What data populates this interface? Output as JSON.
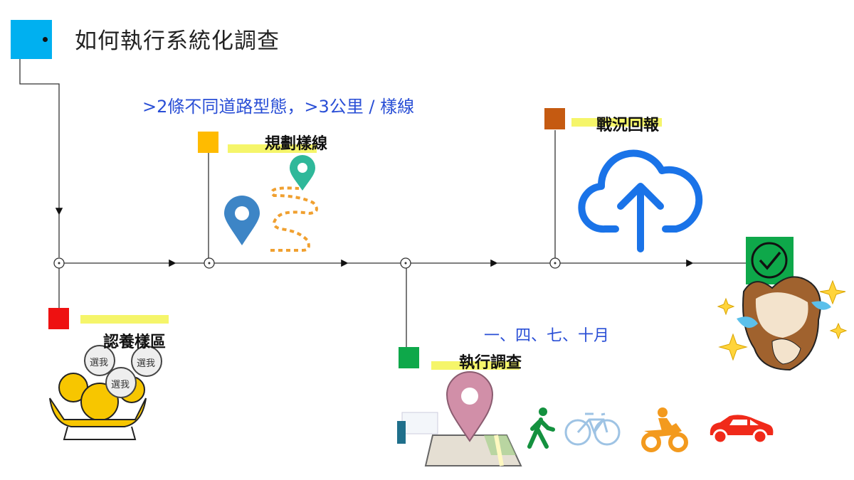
{
  "title": "如何執行系統化調查",
  "steps": [
    {
      "label": "認養樣區",
      "color": "#ee1111"
    },
    {
      "label": "規劃樣線",
      "color": "#ffbb00",
      "note": ">2條不同道路型態，>3公里 / 樣線"
    },
    {
      "label": "執行調查",
      "color": "#0ea84a",
      "note": "一、四、七、十月"
    },
    {
      "label": "戰況回報",
      "color": "#c55a11"
    }
  ],
  "badges": [
    "選我",
    "選我",
    "選我"
  ],
  "colors": {
    "accent": "#00b0f0",
    "cloud": "#1a73e8",
    "done": "#0ea84a"
  }
}
